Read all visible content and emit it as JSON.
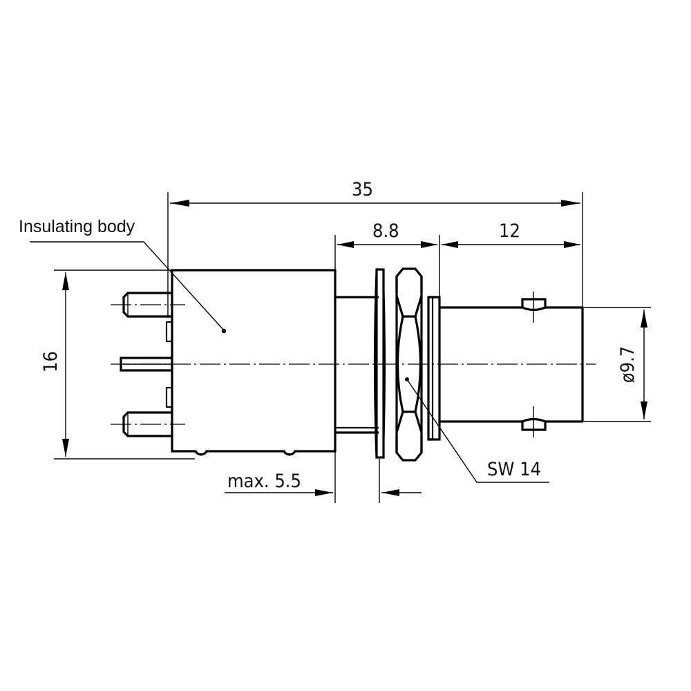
{
  "drawing": {
    "title": "BNC panel jack connector – dimensional drawing",
    "line_color": "#000000",
    "background": "#ffffff"
  },
  "callouts": {
    "insulating_body": "Insulating body",
    "wrench_size": "SW 14"
  },
  "dimensions": {
    "overall_length": "35",
    "flange_to_nut": "8.8",
    "front_length": "12",
    "height": "16",
    "diameter": "ø9.7",
    "max_panel": "max.  5.5"
  }
}
